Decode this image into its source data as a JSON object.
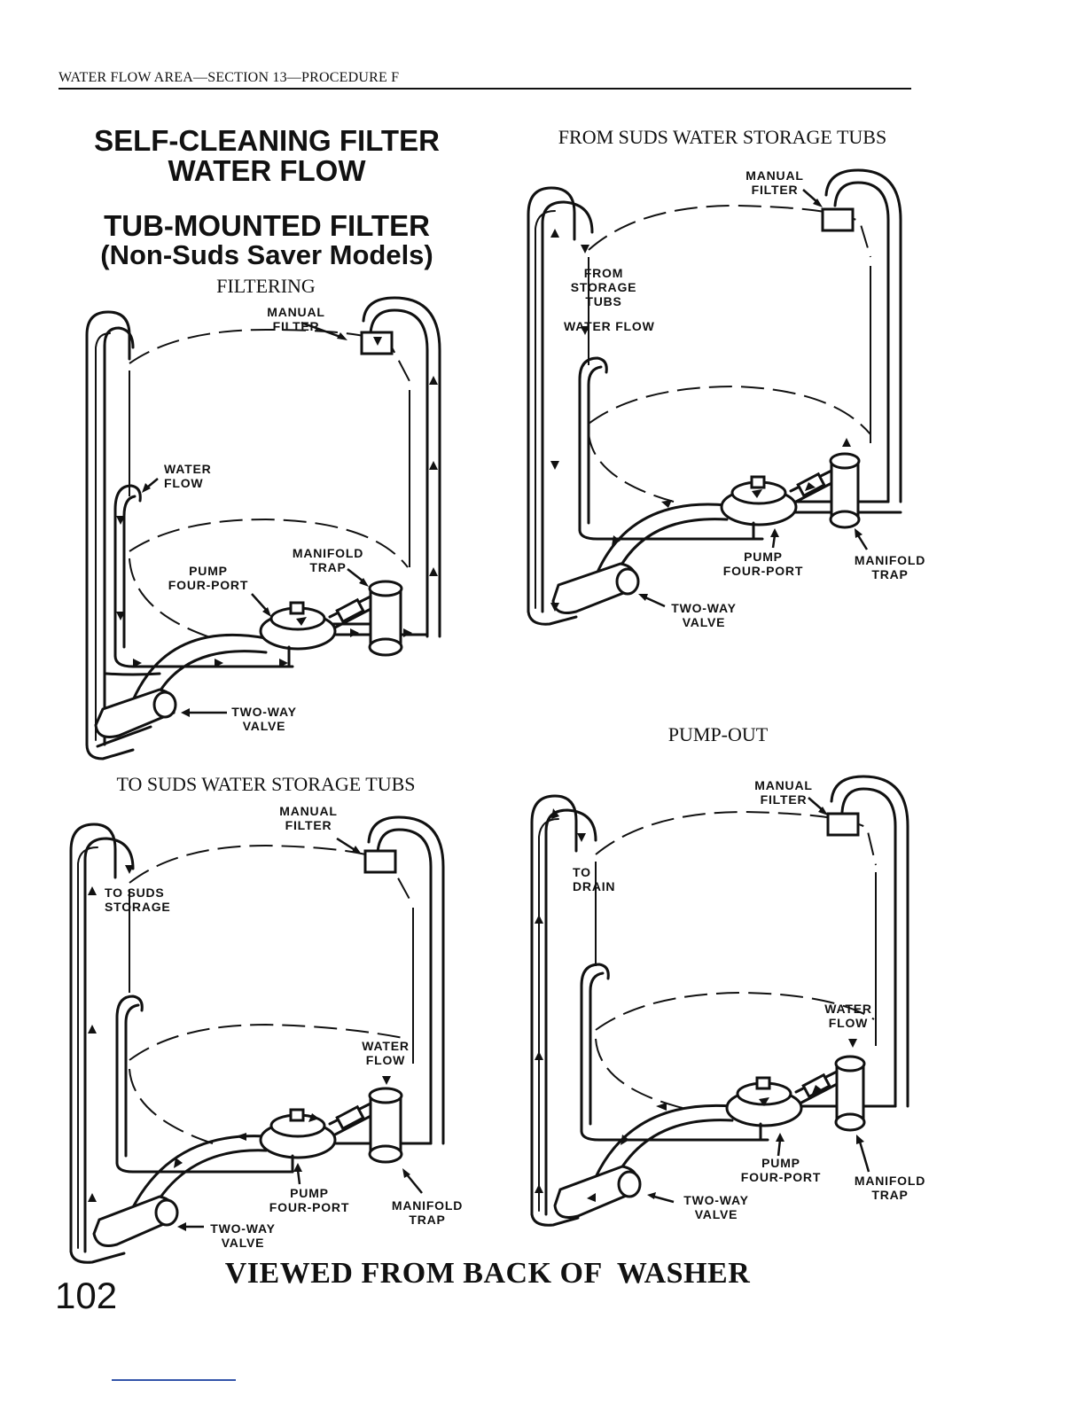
{
  "header": {
    "running_head": "WATER FLOW AREA—SECTION 13—PROCEDURE F"
  },
  "titles": {
    "main_line1": "SELF-CLEANING FILTER",
    "main_line2": "WATER FLOW",
    "sub_line1": "TUB-MOUNTED FILTER",
    "sub_line2": "(Non-Suds Saver Models)"
  },
  "panels": {
    "filtering": {
      "caption": "FILTERING",
      "labels": {
        "manual_filter": "MANUAL\nFILTER",
        "water_flow": "WATER\nFLOW",
        "manifold_trap": "MANIFOLD\nTRAP",
        "pump": "PUMP\nFOUR-PORT",
        "two_way_valve": "TWO-WAY\nVALVE"
      }
    },
    "from_storage": {
      "caption": "FROM SUDS WATER STORAGE TUBS",
      "labels": {
        "manual_filter": "MANUAL\nFILTER",
        "from_storage": "FROM\nSTORAGE\nTUBS",
        "water_flow": "WATER FLOW",
        "pump": "PUMP\nFOUR-PORT",
        "manifold_trap": "MANIFOLD\nTRAP",
        "two_way_valve": "TWO-WAY\nVALVE"
      }
    },
    "to_storage": {
      "caption": "TO SUDS WATER STORAGE TUBS",
      "labels": {
        "manual_filter": "MANUAL\nFILTER",
        "to_suds_storage": "TO SUDS\nSTORAGE",
        "water_flow": "WATER\nFLOW",
        "pump": "PUMP\nFOUR-PORT",
        "manifold_trap": "MANIFOLD\nTRAP",
        "two_way_valve": "TWO-WAY\nVALVE"
      }
    },
    "pump_out": {
      "caption": "PUMP-OUT",
      "labels": {
        "manual_filter": "MANUAL\nFILTER",
        "to_drain": "TO\nDRAIN",
        "water_flow": "WATER\nFLOW",
        "pump": "PUMP\nFOUR-PORT",
        "manifold_trap": "MANIFOLD\nTRAP",
        "two_way_valve": "TWO-WAY\nVALVE"
      }
    }
  },
  "footer": {
    "caption": "VIEWED FROM BACK OF  WASHER",
    "page_number": "102"
  }
}
